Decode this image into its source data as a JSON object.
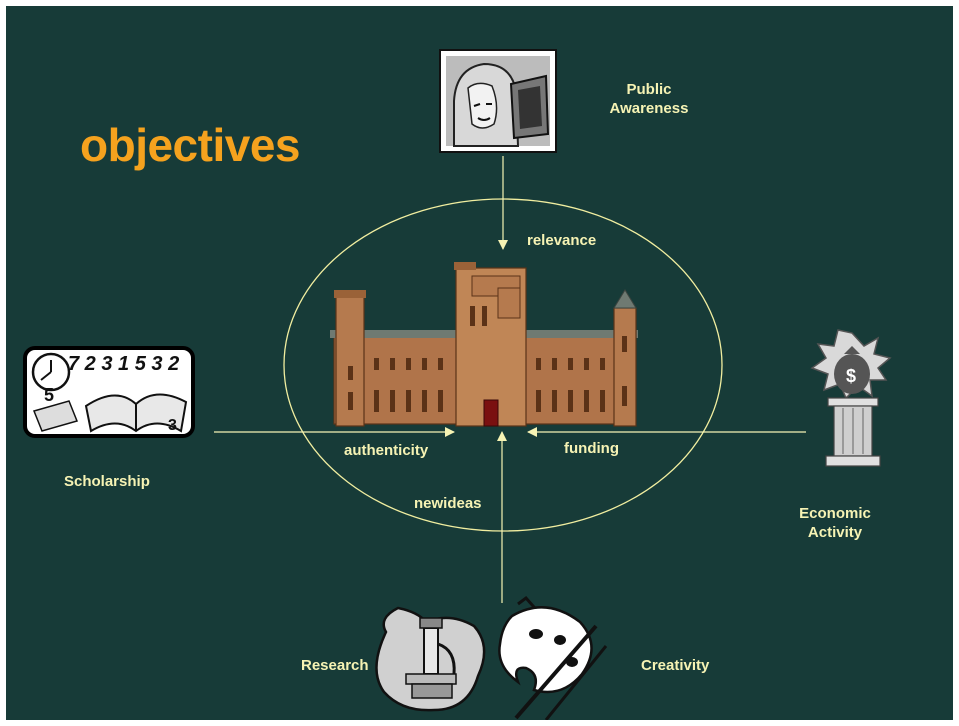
{
  "slide": {
    "title": "objectives",
    "background_color": "#173b38",
    "title_color": "#f5a21e",
    "label_color": "#f6f3b4"
  },
  "nodes": {
    "public_awareness": {
      "line1": "Public",
      "line2": "Awareness",
      "icon": "woman-at-computer-icon"
    },
    "scholarship": {
      "label": "Scholarship",
      "icon": "clock-and-book-icon"
    },
    "economic_activity": {
      "line1": "Economic",
      "line2": "Activity",
      "icon": "money-bag-on-pillar-icon"
    },
    "research": {
      "label": "Research",
      "icon": "microscope-icon"
    },
    "creativity": {
      "label": "Creativity",
      "icon": "paint-palette-icon"
    },
    "center": {
      "icon": "castle-building-icon"
    }
  },
  "arrows": {
    "top": "relevance",
    "left": "authenticity",
    "right": "funding",
    "bottom": "newideas"
  }
}
